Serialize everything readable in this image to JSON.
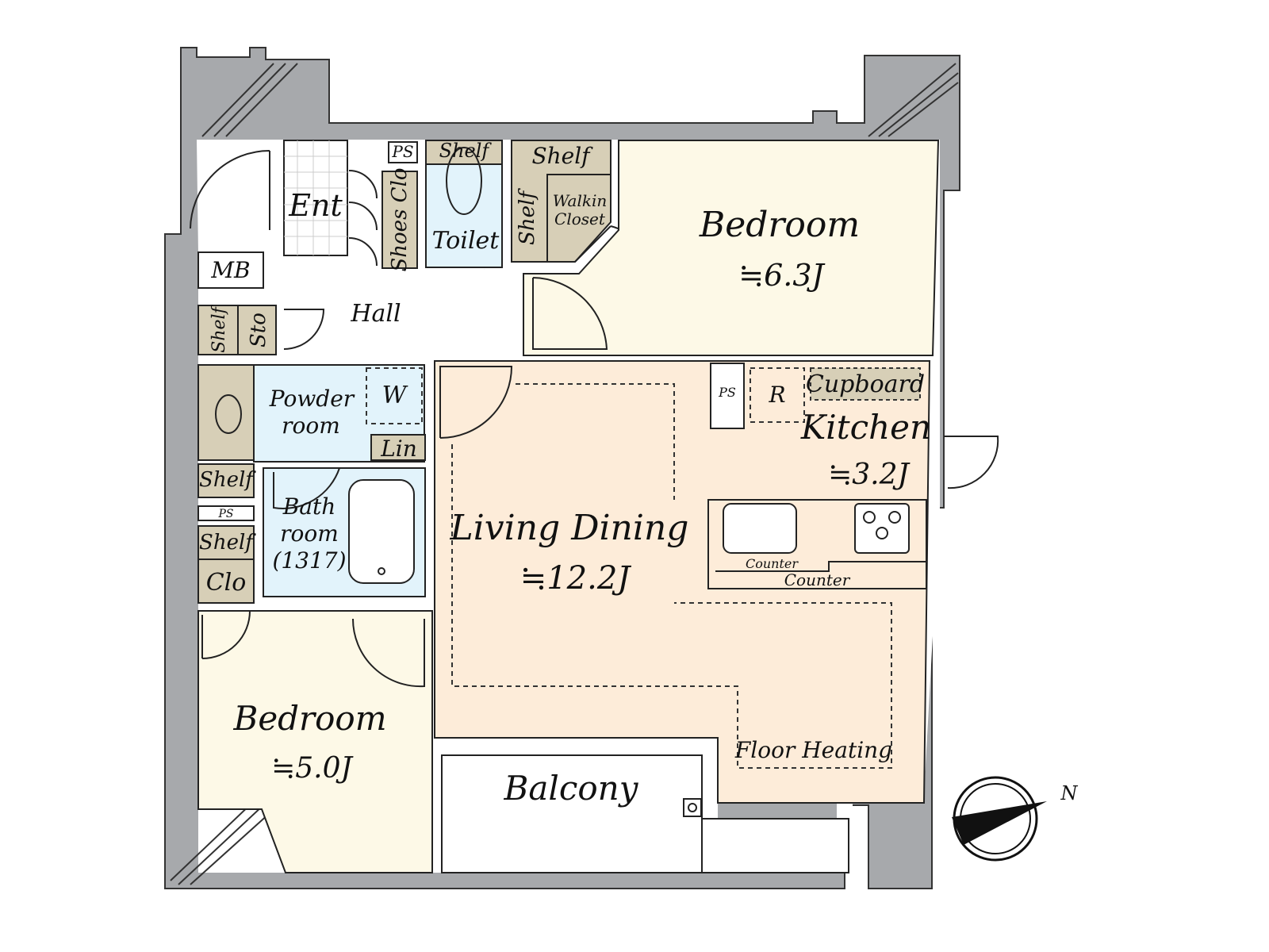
{
  "colors": {
    "wall": "#a7a9ac",
    "bedroom": "#fdf9e7",
    "living": "#fdecd9",
    "wet": "#e2f3fb",
    "storage": "#d7cfb7"
  },
  "rooms": {
    "ent": "Ent",
    "mb": "MB",
    "ps_top": "PS",
    "shoes": "Shoes Clo",
    "toilet": "Toilet",
    "toilet_shelf": "Shelf",
    "wic_shelf_top": "Shelf",
    "wic_shelf_side": "Shelf",
    "wic_1": "Walkin",
    "wic_2": "Closet",
    "bed1": "Bedroom",
    "bed1_size": "≒6.3J",
    "hall": "Hall",
    "hall_shelf": "Shelf",
    "sto": "Sto",
    "powder_1": "Powder",
    "powder_2": "room",
    "w": "W",
    "lin": "Lin",
    "shelf_a": "Shelf",
    "ps_mid": "PS",
    "shelf_b": "Shelf",
    "clo": "Clo",
    "bath_1": "Bath",
    "bath_2": "room",
    "bath_3": "(1317)",
    "ps_kitchen": "PS",
    "r": "R",
    "cupboard": "Cupboard",
    "kitchen": "Kitchen",
    "kitchen_size": "≒3.2J",
    "counter_1": "Counter",
    "counter_2": "Counter",
    "living": "Living Dining",
    "living_size": "≒12.2J",
    "floor_heating": "Floor Heating",
    "bed2": "Bedroom",
    "bed2_size": "≒5.0J",
    "balcony": "Balcony"
  },
  "compass": {
    "label": "N"
  }
}
